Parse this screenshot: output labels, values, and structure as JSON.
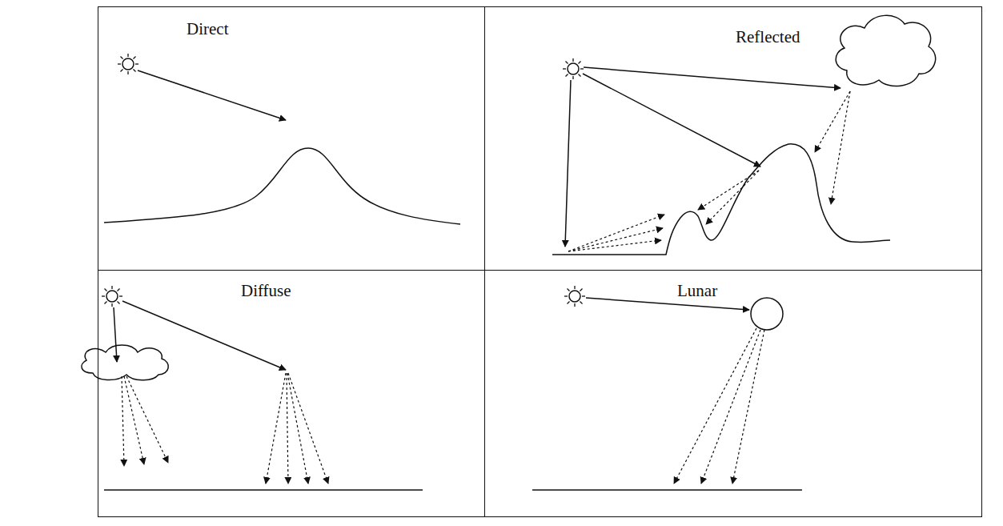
{
  "diagram": {
    "nodes": [
      {
        "text": [
          "Direct"
        ]
      },
      {
        "text": [
          "Reflected"
        ]
      },
      {
        "text": [
          "Diffuse"
        ]
      },
      {
        "text": [
          "Lunar"
        ]
      }
    ]
  }
}
